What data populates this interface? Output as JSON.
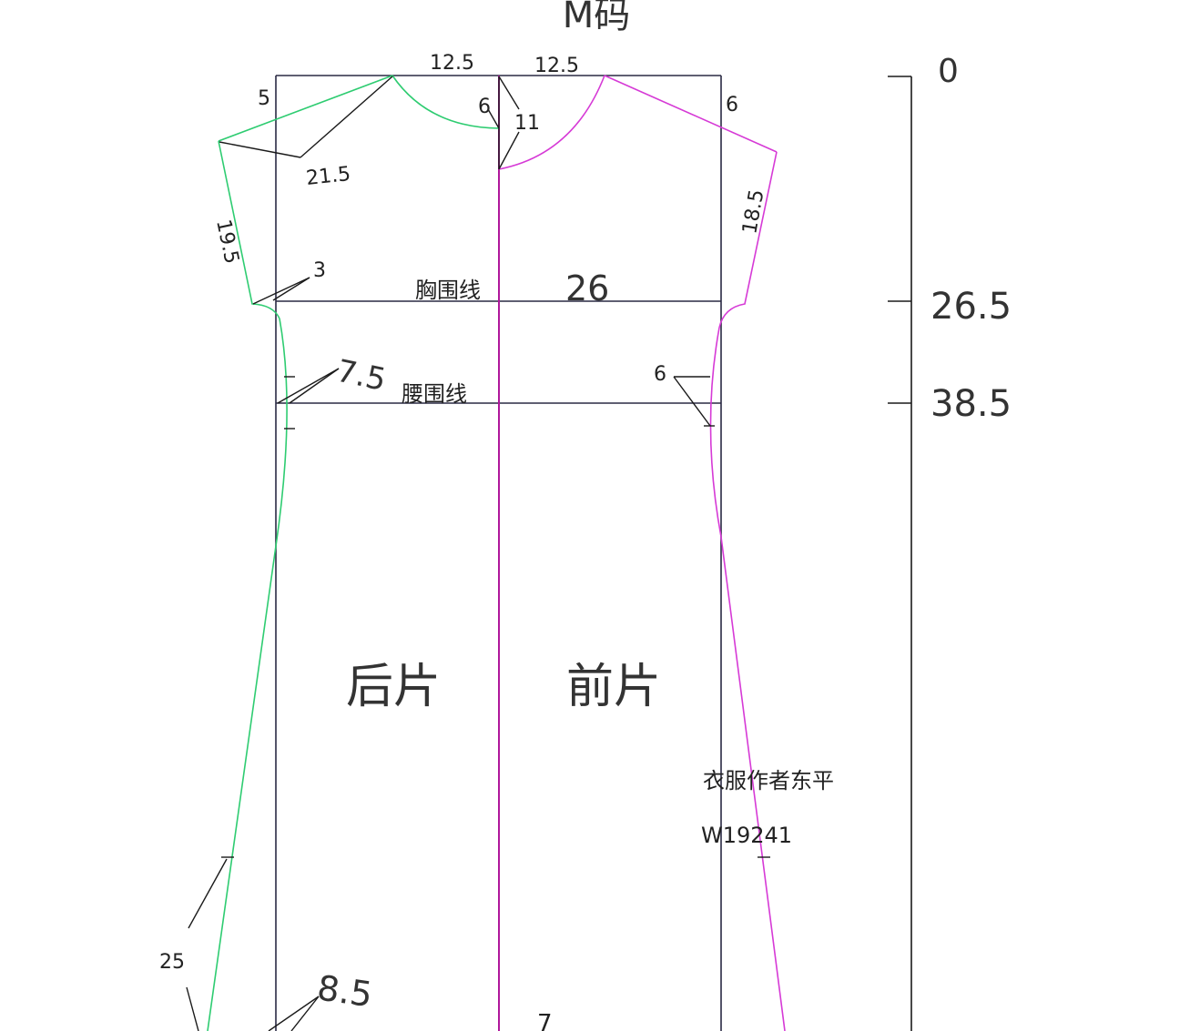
{
  "title": "M码",
  "scale": {
    "top": "0",
    "chest": "26.5",
    "waist": "38.5"
  },
  "dims": {
    "back_neck_width": "12.5",
    "front_neck_width": "12.5",
    "back_shoulder_drop": "5",
    "front_shoulder_drop": "6",
    "back_neck_depth": "6",
    "front_neck_depth": "11",
    "back_shoulder": "21.5",
    "back_armhole": "19.5",
    "front_armhole": "18.5",
    "underarm": "3",
    "chest_width": "26",
    "back_waist_suppression": "7.5",
    "front_waist_suppression": "6",
    "side_length": "25",
    "hem_flare": "8.5",
    "partial_bottom": "7"
  },
  "labels": {
    "chest_line": "胸围线",
    "waist_line": "腰围线",
    "back_piece": "后片",
    "front_piece": "前片",
    "author": "衣服作者东平",
    "code": "W19241"
  },
  "colors": {
    "back_outline": "#2ecc71",
    "front_outline": "#d63ad6",
    "frame": "#2a2a44",
    "centre_line": "#b0179b"
  }
}
